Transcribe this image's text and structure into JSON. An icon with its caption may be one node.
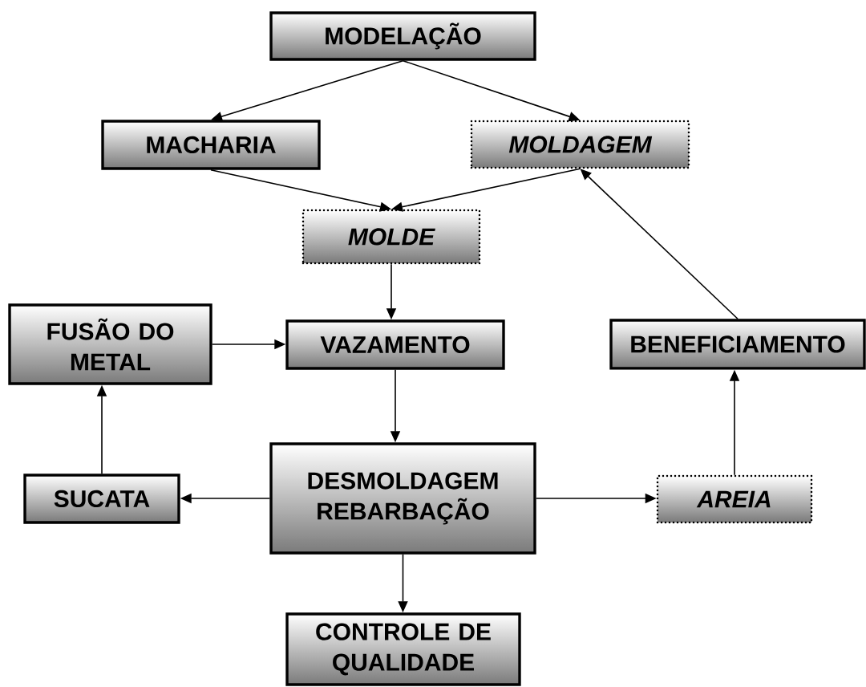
{
  "diagram": {
    "nodes": [
      {
        "text": [
          "MODELAÇÃO"
        ]
      },
      {
        "text": [
          "MACHARIA"
        ]
      },
      {
        "text": [
          "MOLDAGEM"
        ]
      },
      {
        "text": [
          "MOLDE"
        ]
      },
      {
        "text": [
          "FUSÃO DO METAL"
        ]
      },
      {
        "text": [
          "VAZAMENTO"
        ]
      },
      {
        "text": [
          "BENEFICIAMENTO"
        ]
      },
      {
        "text": [
          "SUCATA"
        ]
      },
      {
        "text": [
          "DESMOLDAGEM REBARBAÇÃO"
        ]
      },
      {
        "text": [
          "AREIA"
        ]
      },
      {
        "text": [
          "CONTROLE DE QUALIDADE"
        ]
      }
    ],
    "edges": [
      {
        "from": 0,
        "to": 1,
        "arrow": "to"
      },
      {
        "from": 0,
        "to": 2,
        "arrow": "to"
      },
      {
        "from": 1,
        "to": 3,
        "arrow": "to"
      },
      {
        "from": 2,
        "to": 3,
        "arrow": "to"
      },
      {
        "from": 3,
        "to": 5,
        "arrow": "to"
      },
      {
        "from": 4,
        "to": 5,
        "arrow": "to"
      },
      {
        "from": 5,
        "to": 8,
        "arrow": "to"
      },
      {
        "from": 8,
        "to": 7,
        "arrow": "to"
      },
      {
        "from": 8,
        "to": 9,
        "arrow": "to"
      },
      {
        "from": 8,
        "to": 10,
        "arrow": "to"
      },
      {
        "from": 7,
        "to": 4,
        "arrow": "to"
      },
      {
        "from": 9,
        "to": 6,
        "arrow": "to"
      },
      {
        "from": 6,
        "to": 2,
        "arrow": "to"
      }
    ]
  }
}
